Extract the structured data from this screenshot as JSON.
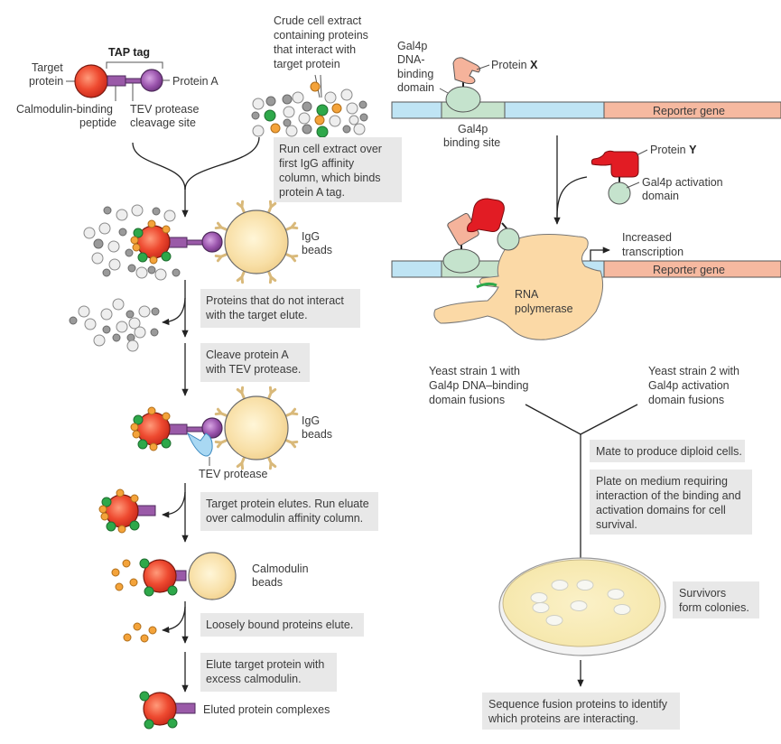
{
  "left_panel": {
    "tap_tag_label": "TAP tag",
    "target_protein_label": [
      "Target",
      "protein"
    ],
    "protein_a_label": "Protein A",
    "calmodulin_binding_label": [
      "Calmodulin-binding",
      "peptide"
    ],
    "tev_site_label": [
      "TEV protease",
      "cleavage site"
    ],
    "crude_extract_label": [
      "Crude cell extract",
      "containing proteins",
      "that interact with",
      "target protein"
    ],
    "steps": [
      {
        "lines": [
          "Run cell extract over",
          "first IgG affinity",
          "column, which binds",
          "protein A tag."
        ]
      },
      {
        "lines": [
          "Proteins that do not interact",
          "with the target elute."
        ]
      },
      {
        "lines": [
          "Cleave protein A",
          "with TEV protease."
        ]
      },
      {
        "lines": [
          "Target protein elutes. Run eluate",
          "over calmodulin affinity column."
        ]
      },
      {
        "lines": [
          "Loosely bound proteins elute."
        ]
      },
      {
        "lines": [
          "Elute target protein with",
          "excess calmodulin."
        ]
      }
    ],
    "igg_beads_label": [
      "IgG",
      "beads"
    ],
    "tev_protease_label": "TEV protease",
    "calmodulin_beads_label": [
      "Calmodulin",
      "beads"
    ],
    "eluted_label": "Eluted protein complexes"
  },
  "right_panel": {
    "dbd_label": [
      "Gal4p",
      "DNA-",
      "binding",
      "domain"
    ],
    "protein_x_prefix": "Protein ",
    "protein_x_letter": "X",
    "reporter_gene_label": "Reporter gene",
    "binding_site_label": [
      "Gal4p",
      "binding site"
    ],
    "protein_y_prefix": "Protein ",
    "protein_y_letter": "Y",
    "activation_domain_label": [
      "Gal4p activation",
      "domain"
    ],
    "increased_transcription_label": [
      "Increased",
      "transcription"
    ],
    "rna_polymerase_label": [
      "RNA",
      "polymerase"
    ],
    "strain1_label": [
      "Yeast strain 1 with",
      "Gal4p DNA–binding",
      "domain fusions"
    ],
    "strain2_label": [
      "Yeast strain 2 with",
      "Gal4p activation",
      "domain fusions"
    ],
    "steps": [
      {
        "lines": [
          "Mate to produce diploid cells."
        ]
      },
      {
        "lines": [
          "Plate on medium requiring",
          "interaction of the binding and",
          "activation domains for cell",
          "survival."
        ]
      },
      {
        "lines": [
          "Survivors",
          "form colonies."
        ]
      },
      {
        "lines": [
          "Sequence fusion proteins to identify",
          "which proteins are interacting."
        ]
      }
    ]
  },
  "colors": {
    "target_protein": "#e8412a",
    "protein_a": "#9b55ad",
    "interacting_green": "#2ea84a",
    "interacting_orange": "#f4a33a",
    "bead": "#f6dca2",
    "dna_blue": "#bfe4f4",
    "reporter": "#f6b9a0",
    "protein_y": "#e21c24",
    "text_box": "#e8e8e8"
  }
}
